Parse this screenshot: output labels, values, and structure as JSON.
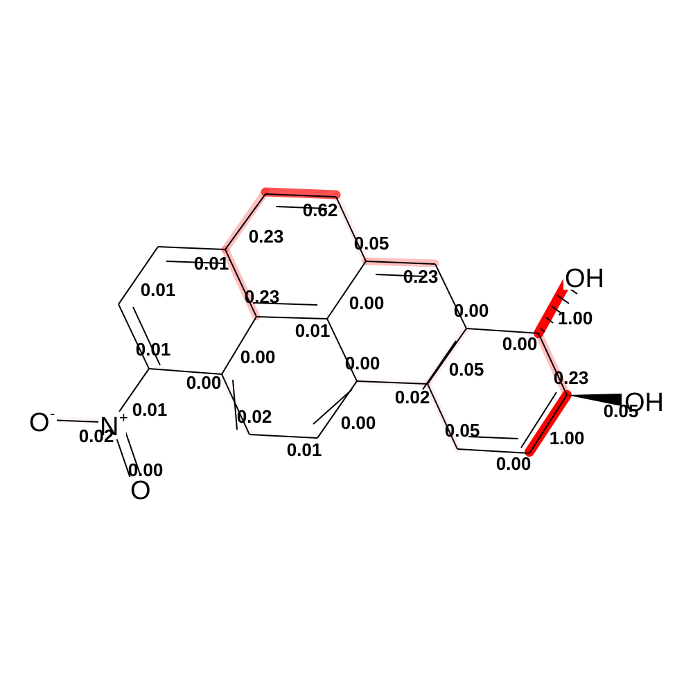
{
  "molecule": {
    "atoms": [
      {
        "id": "o_minus",
        "text": "O",
        "charge": "-"
      },
      {
        "id": "n_plus",
        "text": "N",
        "charge": "+"
      },
      {
        "id": "o_nitro",
        "text": "O"
      },
      {
        "id": "oh_top",
        "text": "OH"
      },
      {
        "id": "oh_bottom",
        "text": "OH"
      }
    ],
    "bond_values": [
      "0.62",
      "0.23",
      "0.05",
      "0.23",
      "0.01",
      "0.01",
      "0.23",
      "0.00",
      "0.00",
      "0.01",
      "1.00",
      "0.00",
      "0.01",
      "0.00",
      "0.00",
      "0.05",
      "0.23",
      "0.00",
      "0.02",
      "0.01",
      "0.02",
      "0.00",
      "0.05",
      "0.05",
      "1.00",
      "0.02",
      "0.00",
      "0.00",
      "0.01"
    ],
    "highlight_color": "#ff0000"
  }
}
